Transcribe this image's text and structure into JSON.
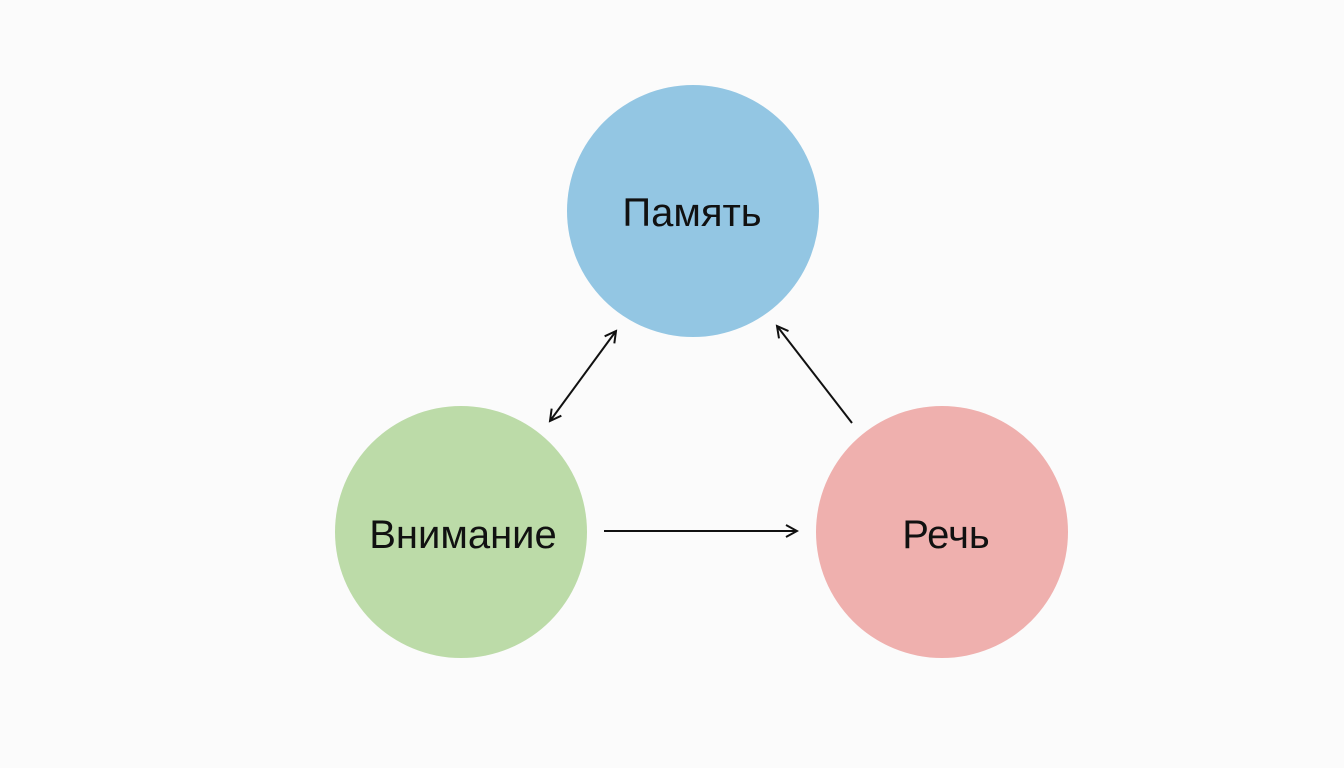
{
  "nodes": [
    {
      "id": "memory",
      "label": "Память",
      "color": "#93c6e3"
    },
    {
      "id": "attention",
      "label": "Внимание",
      "color": "#bcdba8"
    },
    {
      "id": "speech",
      "label": "Речь",
      "color": "#efb0ae"
    }
  ],
  "edges": [
    {
      "from": "attention",
      "to": "memory",
      "direction": "both"
    },
    {
      "from": "speech",
      "to": "memory",
      "direction": "forward"
    },
    {
      "from": "attention",
      "to": "speech",
      "direction": "forward"
    }
  ],
  "arrow_color": "#111111"
}
